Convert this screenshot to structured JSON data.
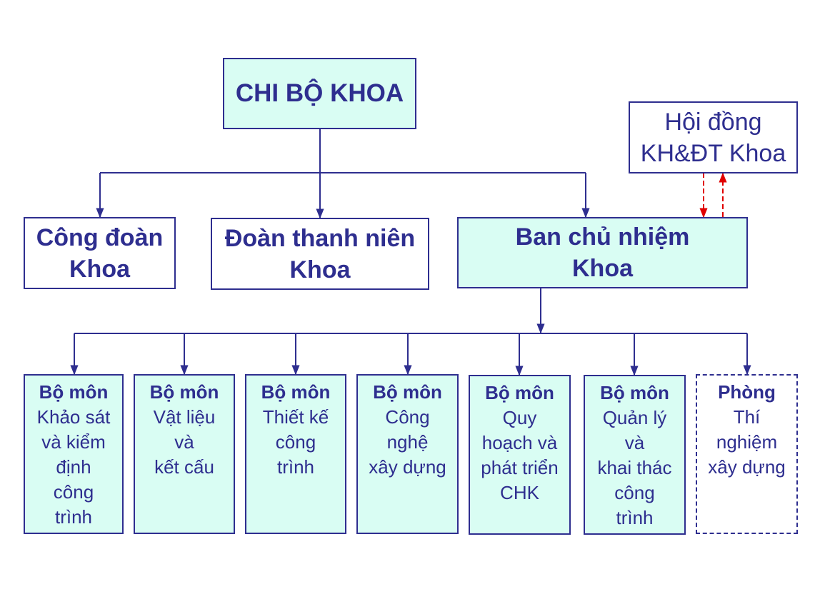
{
  "root": {
    "label": "CHI BỘ KHOA"
  },
  "council": {
    "lines": [
      "Hội đồng",
      "KH&ĐT Khoa"
    ]
  },
  "union": {
    "lines": [
      "Công đoàn",
      "Khoa"
    ]
  },
  "youth": {
    "lines": [
      "Đoàn thanh niên",
      "Khoa"
    ]
  },
  "board": {
    "lines": [
      "Ban chủ nhiệm",
      "Khoa"
    ]
  },
  "units": [
    {
      "head": "Bộ môn",
      "lines": [
        "Khảo sát",
        "và kiểm",
        "định",
        "công",
        "trình"
      ]
    },
    {
      "head": "Bộ môn",
      "lines": [
        "Vật liệu",
        "và",
        "kết cấu"
      ]
    },
    {
      "head": "Bộ môn",
      "lines": [
        "Thiết kế",
        "công",
        "trình"
      ]
    },
    {
      "head": "Bộ môn",
      "lines": [
        "Công",
        "nghệ",
        "xây dựng"
      ]
    },
    {
      "head": "Bộ môn",
      "lines": [
        "Quy",
        "hoạch và",
        "phát triển",
        "CHK"
      ]
    },
    {
      "head": "Bộ môn",
      "lines": [
        "Quản lý",
        "và",
        "khai thác",
        "công",
        "trình"
      ]
    },
    {
      "head": "Phòng",
      "lines": [
        "Thí",
        "nghiệm",
        "xây dựng"
      ]
    }
  ],
  "colors": {
    "text": "#2e2e8f",
    "fill": "#d9fdf3",
    "dashed_link": "#e00000"
  }
}
